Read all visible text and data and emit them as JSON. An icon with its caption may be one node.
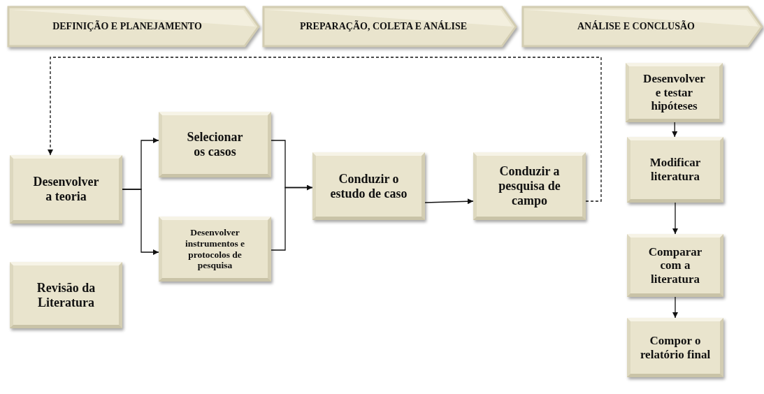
{
  "diagram": {
    "nodes": [
      {
        "text": [
          "DEFINIÇÃO E PLANEJAMENTO"
        ]
      },
      {
        "text": [
          "PREPARAÇÃO, COLETA E ANÁLISE"
        ]
      },
      {
        "text": [
          "ANÁLISE E CONCLUSÃO"
        ]
      },
      {
        "text": [
          "Desenvolver a teoria"
        ]
      },
      {
        "text": [
          "Revisão da Literatura"
        ]
      },
      {
        "text": [
          "Selecionar os casos"
        ]
      },
      {
        "text": [
          "Desenvolver instrumentos e protocolos de pesquisa"
        ]
      },
      {
        "text": [
          "Conduzir o estudo de caso"
        ]
      },
      {
        "text": [
          "Conduzir a pesquisa de campo"
        ]
      },
      {
        "text": [
          "Desenvolver e testar hipóteses"
        ]
      },
      {
        "text": [
          "Modificar literatura"
        ]
      },
      {
        "text": [
          "Comparar com a literatura"
        ]
      },
      {
        "text": [
          "Compor o relatório final"
        ]
      }
    ],
    "edges": [
      {
        "from": 3,
        "to": 5,
        "arrow": "to"
      },
      {
        "from": 3,
        "to": 6,
        "arrow": "to"
      },
      {
        "from": 5,
        "to": 7,
        "arrow": "none"
      },
      {
        "from": 6,
        "to": 7,
        "arrow": "to"
      },
      {
        "from": 7,
        "to": 8,
        "arrow": "to"
      },
      {
        "from": 8,
        "to": 3,
        "arrow": "to",
        "style": "dashed"
      },
      {
        "from": 9,
        "to": 10,
        "arrow": "to"
      },
      {
        "from": 10,
        "to": 11,
        "arrow": "to"
      },
      {
        "from": 11,
        "to": 12,
        "arrow": "to"
      }
    ]
  }
}
